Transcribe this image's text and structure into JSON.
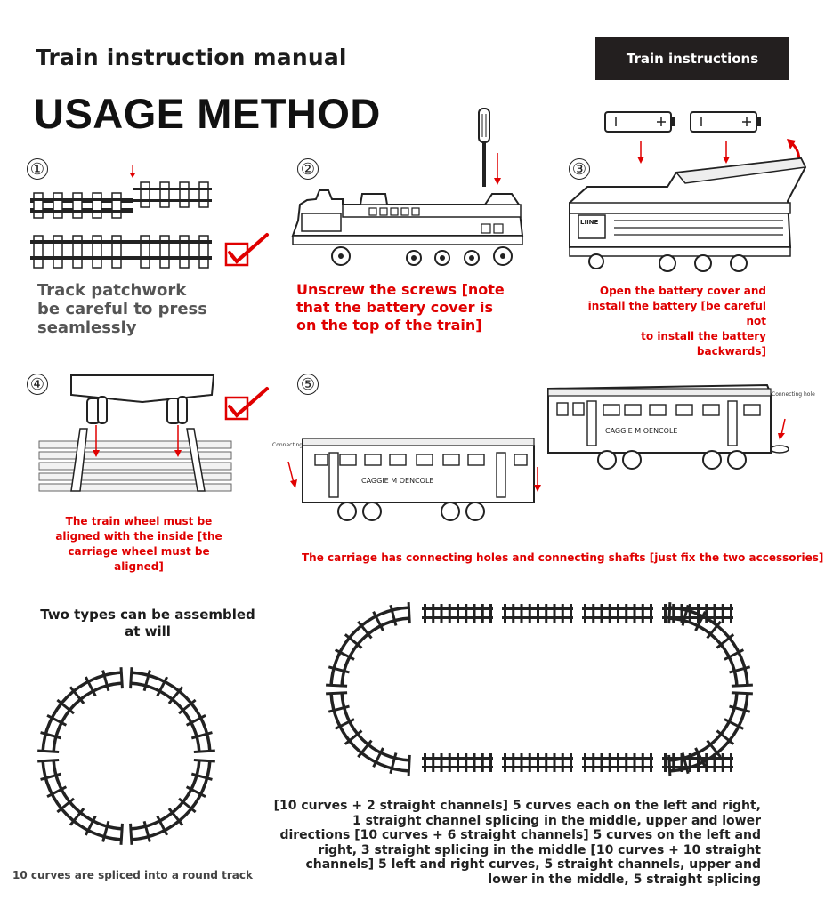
{
  "header": {
    "title": "Train instruction manual",
    "badge": "Train instructions",
    "heading": "USAGE METHOD"
  },
  "steps": {
    "s1": {
      "num": "①",
      "caption_lines": [
        "Track patchwork",
        "be careful to press",
        "seamlessly"
      ]
    },
    "s2": {
      "num": "②",
      "caption_lines": [
        "Unscrew the screws [note",
        "that the battery cover is",
        "on the top of the train]"
      ]
    },
    "s3": {
      "num": "③",
      "caption_lines": [
        "Open the battery cover and",
        "install the battery [be careful not",
        "to install the battery backwards]"
      ],
      "loco_label": "LIINE"
    },
    "s4": {
      "num": "④",
      "caption_lines": [
        "The train wheel must be",
        "aligned with the inside [the",
        "carriage wheel must be",
        "aligned]"
      ]
    },
    "s5": {
      "num": "⑤",
      "caption": "The carriage has connecting holes and connecting shafts [just fix the two accessories]",
      "label_hole": "Connecting hole",
      "label_shaft": "Connecting shaft",
      "car_text": "CAGGIE M OENCOLE"
    }
  },
  "assembly": {
    "caption_lines": [
      "Two types can be assembled",
      "at will"
    ],
    "round_caption": "10 curves are spliced into a round track",
    "oval_description_lines": [
      "[10 curves + 2 straight channels] 5 curves each on the left and right,",
      "1 straight channel splicing in the middle, upper and lower",
      "directions [10 curves + 6 straight channels] 5 curves on the left and",
      "right, 3 straight splicing in the middle [10 curves + 10 straight",
      "channels] 5 left and right curves, 5 straight channels, upper and",
      "lower in the middle, 5 straight splicing"
    ]
  },
  "colors": {
    "accent_red": "#e00000",
    "badge_bg": "#231f1f",
    "text_dark": "#1c1c1c",
    "text_gray": "#555555"
  },
  "icons": [
    "check-mark-icon",
    "screwdriver-icon",
    "battery-icon",
    "arrow-down-icon",
    "rotate-arrow-icon"
  ]
}
